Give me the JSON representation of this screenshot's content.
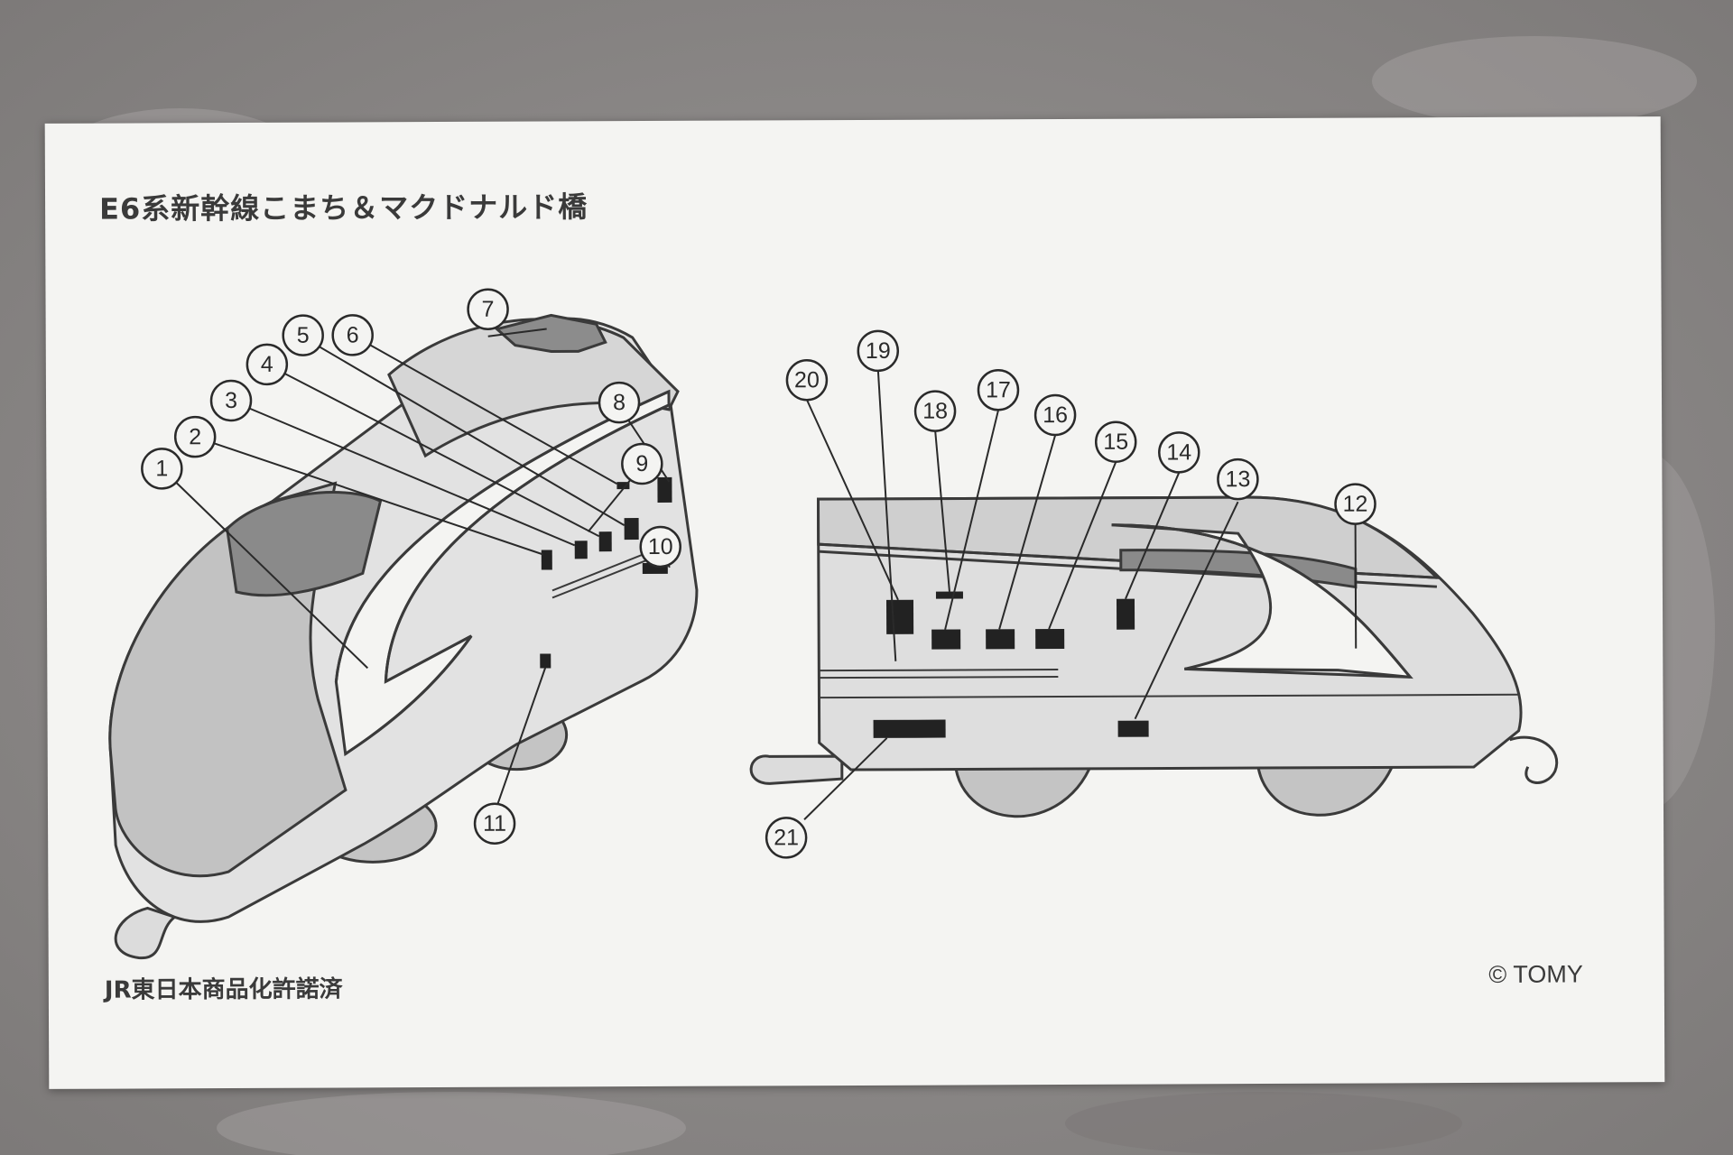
{
  "document": {
    "title": "E6系新幹線こまち＆マクドナルド橋",
    "license_text": "JR東日本商品化許諾済",
    "copyright_text": "© TOMY"
  },
  "callouts": [
    "1",
    "2",
    "3",
    "4",
    "5",
    "6",
    "7",
    "8",
    "9",
    "10",
    "11",
    "12",
    "13",
    "14",
    "15",
    "16",
    "17",
    "18",
    "19",
    "20",
    "21"
  ],
  "colors": {
    "background": "#8d8a89",
    "paper": "#f4f4f2",
    "line": "#3a3a3a",
    "train_gray": "#c9c9c9",
    "train_dark": "#7a7a7a"
  }
}
